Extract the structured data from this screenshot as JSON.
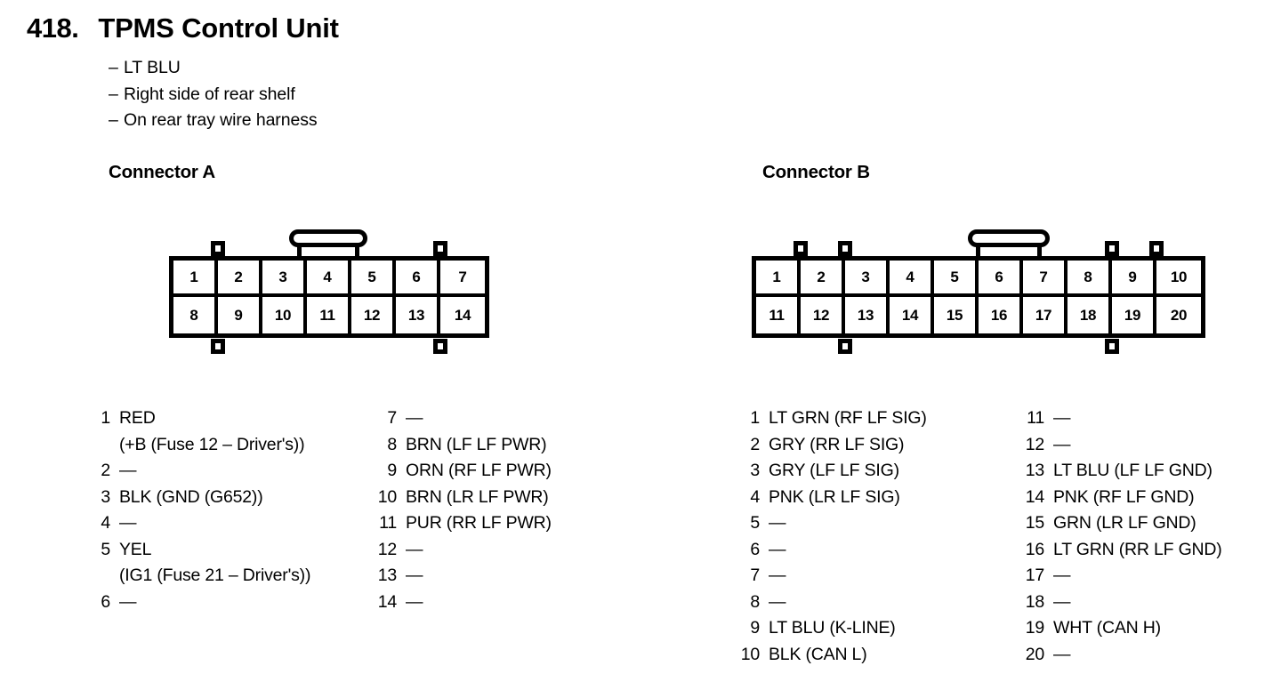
{
  "header": {
    "number": "418.",
    "title": "TPMS Control Unit",
    "bullets": [
      "LT BLU",
      "Right side of rear shelf",
      "On rear tray wire harness"
    ],
    "bullet_dash": "–"
  },
  "empty_pin": "—",
  "connector_a": {
    "heading": "Connector A",
    "grid": {
      "top_row": [
        "1",
        "2",
        "3",
        "4",
        "5",
        "6",
        "7"
      ],
      "bottom_row": [
        "8",
        "9",
        "10",
        "11",
        "12",
        "13",
        "14"
      ]
    },
    "pins_left": [
      {
        "num": "1",
        "desc": "RED",
        "cont": "(+B (Fuse 12 – Driver's))"
      },
      {
        "num": "2",
        "desc": "—"
      },
      {
        "num": "3",
        "desc": "BLK (GND (G652))"
      },
      {
        "num": "4",
        "desc": "—"
      },
      {
        "num": "5",
        "desc": "YEL",
        "cont": "(IG1 (Fuse 21 – Driver's))"
      },
      {
        "num": "6",
        "desc": "—"
      }
    ],
    "pins_right": [
      {
        "num": "7",
        "desc": "—"
      },
      {
        "num": "8",
        "desc": "BRN (LF LF PWR)"
      },
      {
        "num": "9",
        "desc": "ORN (RF LF PWR)"
      },
      {
        "num": "10",
        "desc": "BRN (LR LF PWR)"
      },
      {
        "num": "11",
        "desc": "PUR (RR LF PWR)"
      },
      {
        "num": "12",
        "desc": "—"
      },
      {
        "num": "13",
        "desc": "—"
      },
      {
        "num": "14",
        "desc": "—"
      }
    ]
  },
  "connector_b": {
    "heading": "Connector B",
    "grid": {
      "top_row": [
        "1",
        "2",
        "3",
        "4",
        "5",
        "6",
        "7",
        "8",
        "9",
        "10"
      ],
      "bottom_row": [
        "11",
        "12",
        "13",
        "14",
        "15",
        "16",
        "17",
        "18",
        "19",
        "20"
      ]
    },
    "pins_left": [
      {
        "num": "1",
        "desc": "LT GRN (RF LF SIG)"
      },
      {
        "num": "2",
        "desc": "GRY (RR LF SIG)"
      },
      {
        "num": "3",
        "desc": "GRY (LF LF SIG)"
      },
      {
        "num": "4",
        "desc": "PNK (LR LF SIG)"
      },
      {
        "num": "5",
        "desc": "—"
      },
      {
        "num": "6",
        "desc": "—"
      },
      {
        "num": "7",
        "desc": "—"
      },
      {
        "num": "8",
        "desc": "—"
      },
      {
        "num": "9",
        "desc": "LT BLU (K-LINE)"
      },
      {
        "num": "10",
        "desc": "BLK (CAN L)"
      }
    ],
    "pins_right": [
      {
        "num": "11",
        "desc": "—"
      },
      {
        "num": "12",
        "desc": "—"
      },
      {
        "num": "13",
        "desc": "LT BLU (LF LF GND)"
      },
      {
        "num": "14",
        "desc": "PNK (RF LF GND)"
      },
      {
        "num": "15",
        "desc": "GRN (LR LF GND)"
      },
      {
        "num": "16",
        "desc": "LT GRN (RR LF GND)"
      },
      {
        "num": "17",
        "desc": "—"
      },
      {
        "num": "18",
        "desc": "—"
      },
      {
        "num": "19",
        "desc": "WHT (CAN H)"
      },
      {
        "num": "20",
        "desc": "—"
      }
    ]
  }
}
